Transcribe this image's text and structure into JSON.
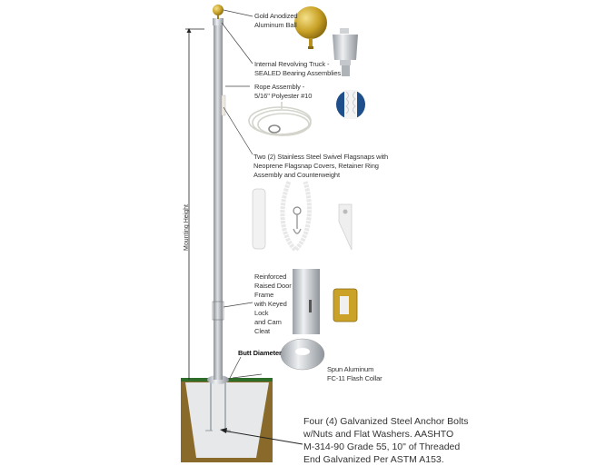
{
  "diagram": {
    "title": "Flagpole Components Diagram",
    "colors": {
      "pole": "#b8bcc0",
      "gold": "#c9a227",
      "soil": "#8a6a2a",
      "grass": "#2f6d2a",
      "concrete": "#e6e8ea",
      "rope_blue": "#1e4f8a"
    },
    "labels": {
      "ball": [
        "Gold Anodized",
        "Aluminum Ball"
      ],
      "truck": [
        "Internal Revolving Truck -",
        "SEALED Bearing Assemblies"
      ],
      "rope": [
        "Rope Assembly -",
        "5/16\" Polyester #10"
      ],
      "flagsnaps": [
        "Two (2) Stainless Steel Swivel Flagsnaps with",
        "Neoprene Flagsnap Covers, Retainer Ring",
        "Assembly and Counterweight"
      ],
      "door": [
        "Reinforced",
        "Raised Door",
        "Frame",
        "with Keyed",
        "Lock",
        "and Cam",
        "Cleat"
      ],
      "butt": "Butt Diameter",
      "collar": [
        "Spun Aluminum",
        "FC-11 Flash Collar"
      ],
      "anchor": [
        "Four (4) Galvanized Steel Anchor Bolts",
        "w/Nuts and Flat Washers. AASHTO",
        "M-314-90 Grade 55, 10\" of Threaded",
        "End Galvanized Per ASTM A153."
      ],
      "mounting_height": "Mounting Height"
    }
  }
}
